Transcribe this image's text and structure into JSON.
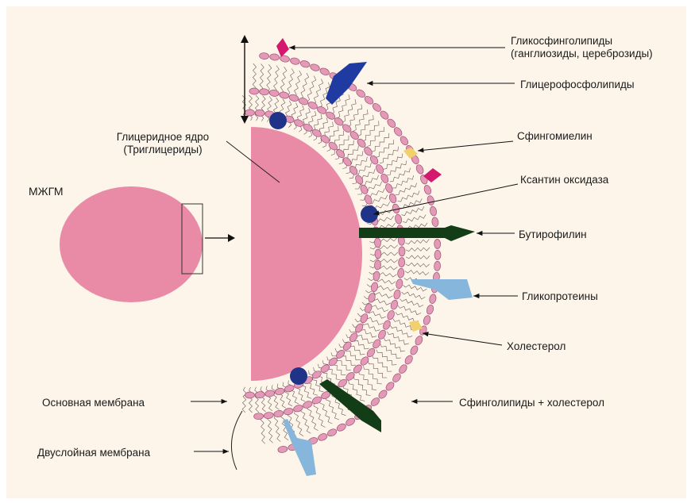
{
  "diagram": {
    "globule_label": "МЖГМ",
    "core_label_line1": "Глицеридное ядро",
    "core_label_line2": "(Триглицериды)",
    "labels": {
      "glycosphingo_line1": "Гликосфинголипиды",
      "glycosphingo_line2": "(ганглиозиды, цереброзиды)",
      "glycerophospho": "Глицерофосфолипиды",
      "sphingomyelin": "Сфингомиелин",
      "xanthine_oxidase": "Ксантин оксидаза",
      "butyrophilin": "Бутирофилин",
      "glycoproteins": "Гликопротеины",
      "cholesterol": "Холестерол",
      "sphingolipids_cholesterol": "Сфинголипиды + холестерол",
      "basic_membrane": "Основная мембрана",
      "bilayer_membrane": "Двуслойная мембрана"
    },
    "colors": {
      "background": "#fdf5ea",
      "lipid_core": "#e98aa6",
      "lipid_head": "#e39ab8",
      "head_stroke": "#a0506e",
      "xanthine_oxidase": "#1f3488",
      "butyrophilin": "#123d16",
      "glycoprotein": "#86b6dc",
      "glycerophospholipid": "#1f3aa0",
      "glycosphingolipid": "#d4186e",
      "cholesterol": "#f2d06c"
    }
  }
}
